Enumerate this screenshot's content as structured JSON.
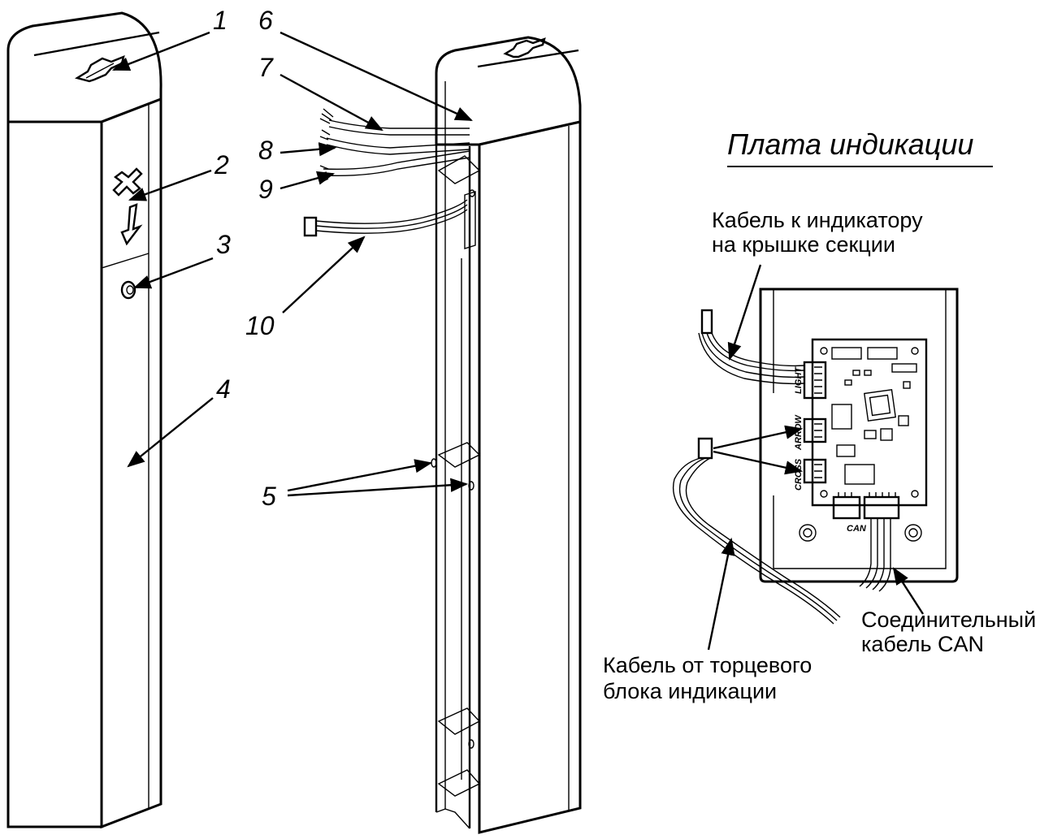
{
  "callouts": {
    "n1": "1",
    "n2": "2",
    "n3": "3",
    "n4": "4",
    "n5": "5",
    "n6": "6",
    "n7": "7",
    "n8": "8",
    "n9": "9",
    "n10": "10"
  },
  "board": {
    "title": "Плата индикации",
    "cable_top_line1": "Кабель к индикатору",
    "cable_top_line2": "на крышке секции",
    "cable_can_line1": "Соединительный",
    "cable_can_line2": "кабель CAN",
    "cable_end_line1": "Кабель от торцевого",
    "cable_end_line2": "блока индикации",
    "conn_light": "LIGHT",
    "conn_arrow": "ARROW",
    "conn_cross": "CROSS",
    "conn_can": "CAN"
  }
}
